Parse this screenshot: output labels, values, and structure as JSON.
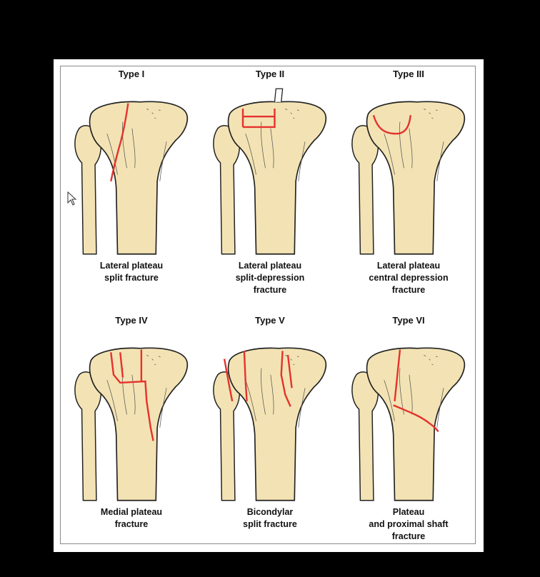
{
  "colors": {
    "bone_fill": "#f3e3b4",
    "bone_stroke": "#222222",
    "fracture": "#e5322d",
    "background": "#000000",
    "panel": "#ffffff"
  },
  "types": [
    {
      "title": "Type I",
      "caption": [
        "Lateral plateau",
        "split fracture"
      ]
    },
    {
      "title": "Type II",
      "caption": [
        "Lateral plateau",
        "split-depression",
        "fracture"
      ]
    },
    {
      "title": "Type III",
      "caption": [
        "Lateral plateau",
        "central depression",
        "fracture"
      ]
    },
    {
      "title": "Type IV",
      "caption": [
        "Medial plateau",
        "fracture"
      ]
    },
    {
      "title": "Type V",
      "caption": [
        "Bicondylar",
        "split fracture"
      ]
    },
    {
      "title": "Type VI",
      "caption": [
        "Plateau",
        "and proximal shaft",
        "fracture"
      ]
    }
  ],
  "cursor_icon": "mouse-pointer-icon"
}
